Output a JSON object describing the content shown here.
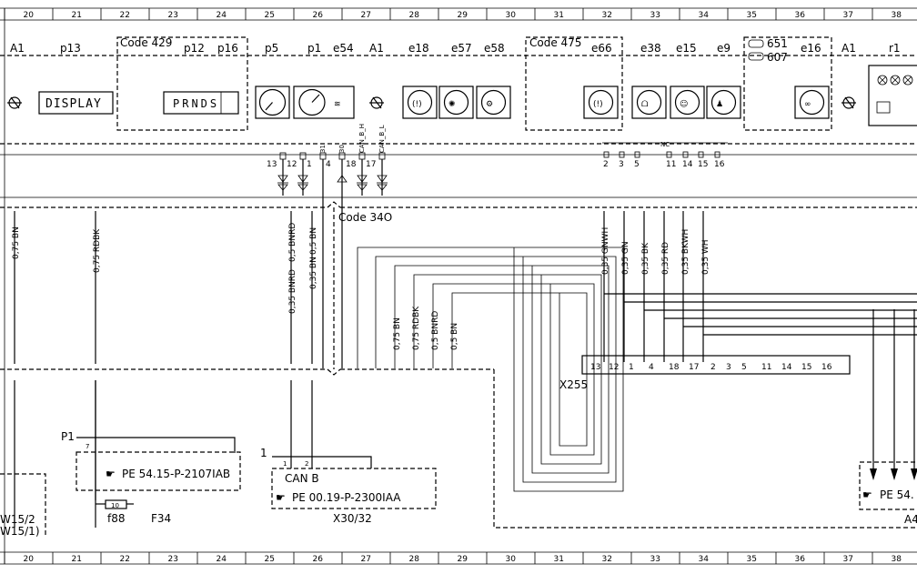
{
  "grid": {
    "columns": [
      "20",
      "21",
      "22",
      "23",
      "24",
      "25",
      "26",
      "27",
      "28",
      "29",
      "30",
      "31",
      "32",
      "33",
      "34",
      "35",
      "36",
      "37",
      "38"
    ]
  },
  "top_labels": {
    "a1_left": "A1",
    "p13": "p13",
    "code429": "Code 429",
    "p12": "p12",
    "p16": "p16",
    "p5": "p5",
    "p1": "p1",
    "e54": "e54",
    "a1_mid": "A1",
    "e18": "e18",
    "e57": "e57",
    "e58": "e58",
    "code475": "Code 475",
    "e66": "e66",
    "e38": "e38",
    "e15": "e15",
    "e9": "e9",
    "c651": "651",
    "c607": "607",
    "e16": "e16",
    "a1_right": "A1",
    "r1": "r1"
  },
  "display": {
    "text": "DISPLAY",
    "gear": "PRNDS"
  },
  "cluster_pins": {
    "left": [
      {
        "num": "13"
      },
      {
        "num": "12"
      },
      {
        "num": "1"
      },
      {
        "num": "4"
      },
      {
        "num": "18"
      },
      {
        "num": "17"
      }
    ],
    "pin_tags": {
      "p31": "31",
      "p30": "30",
      "can_h": "CAN_B_H",
      "can_l": "CAN_B_L"
    },
    "nc_label": "NC",
    "right": [
      "2",
      "3",
      "5",
      "11",
      "14",
      "15",
      "16"
    ]
  },
  "wires_left": [
    {
      "label": "0,75 BN"
    },
    {
      "label": "0,75 RDBK"
    },
    {
      "label": "0,35 BNRD"
    },
    {
      "label": "0,5 BNRD"
    },
    {
      "label": "0,35 BN"
    },
    {
      "label": "0,5 BN"
    }
  ],
  "code340": "Code 34O",
  "wires_mid": [
    "0,75 BN",
    "0,75 RDBK",
    "0,5 BNRD",
    "0,5 BN"
  ],
  "wires_right": [
    "0,35 GNWH",
    "0,35 GN",
    "0,35 BK",
    "0,35 RD",
    "0,35 BKWH",
    "0,35 WH"
  ],
  "x255": {
    "name": "X255",
    "pins": [
      "13",
      "12",
      "1",
      "4",
      "18",
      "17",
      "2",
      "3",
      "5",
      "11",
      "14",
      "15",
      "16"
    ]
  },
  "p1_block": {
    "name": "P1",
    "pin": "7",
    "ref": "PE 54.15-P-2107IAB"
  },
  "fuse": {
    "pin": "10",
    "name": "f88",
    "fuse_ref": "F34"
  },
  "canb": {
    "num": "1",
    "pins": [
      "1",
      "2"
    ],
    "name": "CAN B",
    "ref": "PE 00.19-P-2300IAA",
    "conn": "X30/32"
  },
  "left_edge": {
    "l1": "W15/2",
    "l2": "W15/1)"
  },
  "right_block": {
    "ref": "PE 54.",
    "name": "A4"
  }
}
